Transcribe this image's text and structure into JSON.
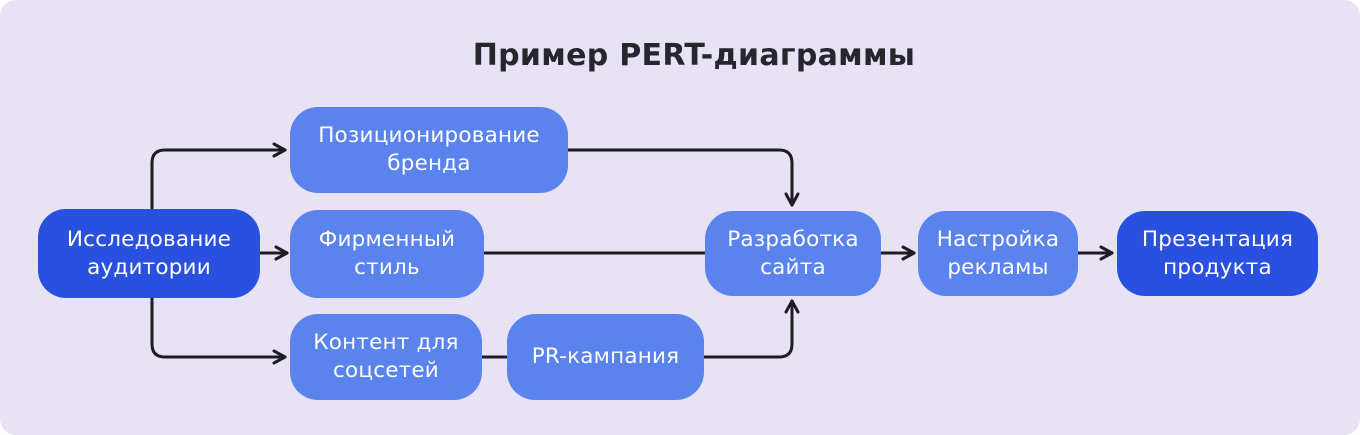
{
  "title": "Пример PERT-диаграммы",
  "colors": {
    "page": "#ffffff",
    "background": "#e8e2f5",
    "node_primary": "#2950de",
    "node_secondary": "#5b83ee",
    "connector": "#1c1c22",
    "node_text": "#ffffff",
    "title_text": "#26262e"
  },
  "diagram": {
    "type": "pert-flowchart",
    "nodes": [
      {
        "id": "research",
        "label": "Исследование аудитории",
        "variant": "primary"
      },
      {
        "id": "brand-positioning",
        "label": "Позиционирование бренда",
        "variant": "secondary"
      },
      {
        "id": "brand-identity",
        "label": "Фирменный стиль",
        "variant": "secondary"
      },
      {
        "id": "social-content",
        "label": "Контент для соцсетей",
        "variant": "secondary"
      },
      {
        "id": "pr-campaign",
        "label": "PR-кампания",
        "variant": "secondary"
      },
      {
        "id": "website-dev",
        "label": "Разработка сайта",
        "variant": "secondary"
      },
      {
        "id": "ads-setup",
        "label": "Настройка рекламы",
        "variant": "secondary"
      },
      {
        "id": "product-presentation",
        "label": "Презентация продукта",
        "variant": "primary"
      }
    ],
    "edges": [
      {
        "from": "research",
        "to": "brand-positioning",
        "arrowhead": true
      },
      {
        "from": "research",
        "to": "brand-identity",
        "arrowhead": true
      },
      {
        "from": "research",
        "to": "social-content",
        "arrowhead": true
      },
      {
        "from": "brand-positioning",
        "to": "website-dev",
        "arrowhead": true
      },
      {
        "from": "brand-identity",
        "to": "website-dev",
        "arrowhead": false
      },
      {
        "from": "social-content",
        "to": "pr-campaign",
        "arrowhead": false
      },
      {
        "from": "pr-campaign",
        "to": "website-dev",
        "arrowhead": true
      },
      {
        "from": "website-dev",
        "to": "ads-setup",
        "arrowhead": true
      },
      {
        "from": "ads-setup",
        "to": "product-presentation",
        "arrowhead": true
      }
    ]
  }
}
